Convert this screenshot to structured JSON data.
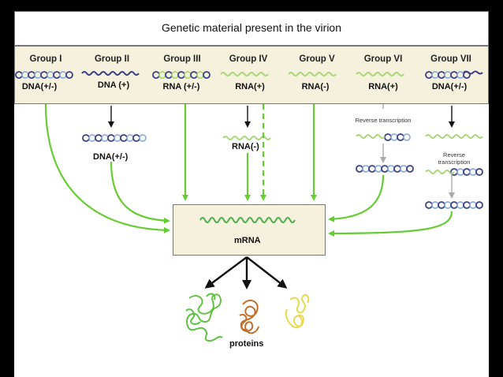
{
  "title": "Genetic material present in the virion",
  "groups": [
    {
      "label": "Group I",
      "material": "DNA(+/-)"
    },
    {
      "label": "Group II",
      "material": "DNA (+)"
    },
    {
      "label": "Group III",
      "material": "RNA (+/-)"
    },
    {
      "label": "Group IV",
      "material": "RNA(+)"
    },
    {
      "label": "Group V",
      "material": "RNA(-)"
    },
    {
      "label": "Group VI",
      "material": "RNA(+)"
    },
    {
      "label": "Group VII",
      "material": "DNA(+/-)"
    }
  ],
  "intermediates": {
    "group2": "DNA(+/-)",
    "group4": "RNA(-)",
    "reverse_transcription": "Reverse transcription"
  },
  "center": {
    "label": "mRNA"
  },
  "products": {
    "label": "proteins"
  },
  "colors": {
    "arrow_green": "#66cc33",
    "box_fill": "#f6f1dc",
    "dna_dark": "#3a3f86",
    "dna_light": "#8fb0d8",
    "rna_green": "#4caf50",
    "rna_light": "#a8d878",
    "protein_green": "#5ec340",
    "protein_brown": "#c0702a",
    "protein_yellow": "#e8d84a"
  }
}
